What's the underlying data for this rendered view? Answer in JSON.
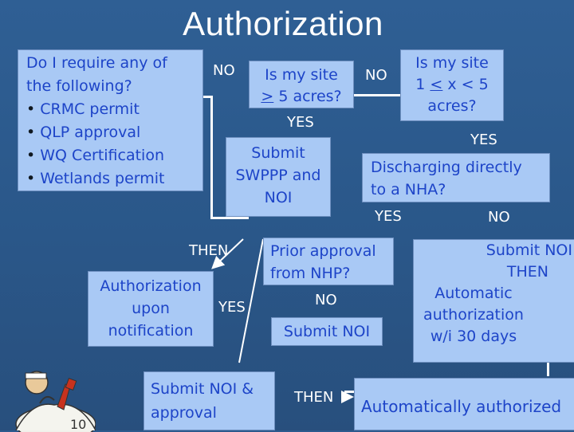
{
  "title": "Authorization",
  "requirements_box": {
    "question": "Do I require any of the following?",
    "items": [
      "CRMC permit",
      "QLP approval",
      "WQ Certification",
      "Wetlands permit"
    ],
    "bullet": "•"
  },
  "labels": {
    "no_1": "NO",
    "no_2": "NO",
    "yes_1": "YES",
    "yes_2": "YES",
    "yes_3": "YES",
    "no_3": "NO",
    "then_1": "THEN",
    "yes_4": "YES",
    "no_4": "NO",
    "then_2": "THEN"
  },
  "site5": {
    "line1": "Is my site",
    "line2_prefix": ">",
    "line2_rest": " 5 acres?"
  },
  "site1to5": {
    "line1": "Is my site",
    "line2_a": "1 ",
    "line2_b": "<",
    "line2_c": " x < 5",
    "line3": "acres?"
  },
  "swppp": {
    "line1": "Submit",
    "line2": "SWPPP and",
    "line3": "NOI"
  },
  "nha": {
    "line1": "Discharging directly",
    "line2": "to a NHA?"
  },
  "upon_notification": {
    "line1": "Authorization",
    "line2": "upon",
    "line3": "notification"
  },
  "nhp": {
    "line1": "Prior approval",
    "line2": "from NHP?"
  },
  "submit_noi_mid": "Submit NOI",
  "submit_noi_right": "Submit NOI",
  "then_right": "THEN",
  "automatic": {
    "line1": "Automatic",
    "line2": "authorization",
    "line3": "w/i 30 days"
  },
  "submit_approval": {
    "line1": "Submit NOI &",
    "line2": "approval"
  },
  "auto_authorized": "Automatically authorized",
  "colors": {
    "background": "#2c5a8e",
    "box_fill": "#a9c9f5",
    "box_text": "#1d44c8",
    "label_text": "#ffffff"
  }
}
